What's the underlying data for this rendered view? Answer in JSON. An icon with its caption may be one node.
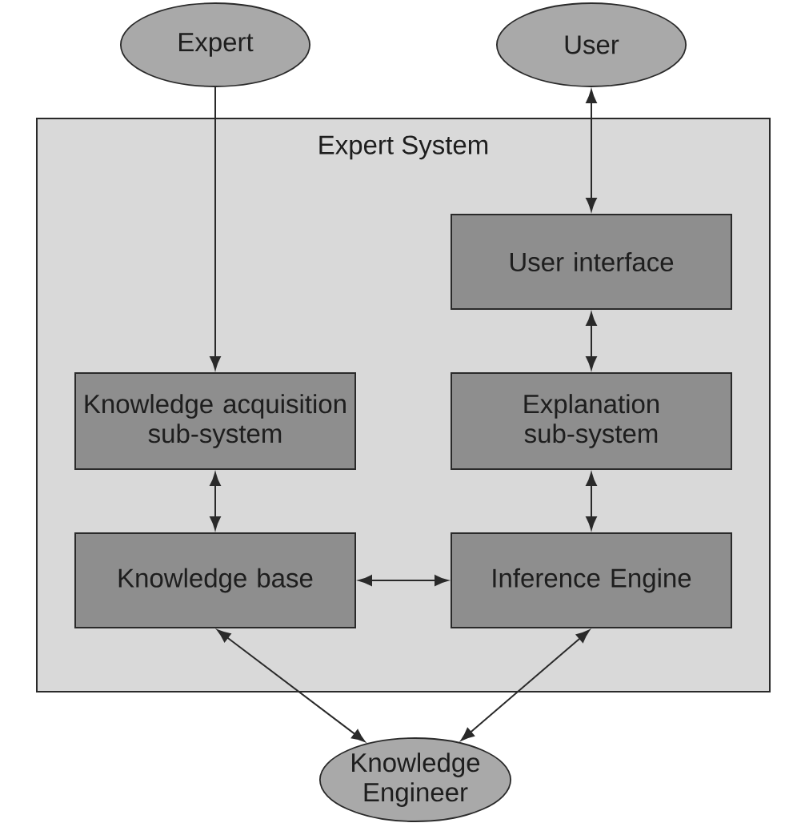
{
  "diagram": {
    "nodes": [
      {
        "text": [
          "Expert"
        ]
      },
      {
        "text": [
          "User"
        ]
      },
      {
        "text": [
          "Expert System"
        ]
      },
      {
        "text": [
          "User interface"
        ],
        "in": 2
      },
      {
        "text": [
          "Knowledge acquisition sub-system"
        ],
        "in": 2
      },
      {
        "text": [
          "Explanation sub-system"
        ],
        "in": 2
      },
      {
        "text": [
          "Knowledge base"
        ],
        "in": 2
      },
      {
        "text": [
          "Inference Engine"
        ],
        "in": 2
      },
      {
        "text": [
          "Knowledge Engineer"
        ]
      }
    ],
    "edges": [
      {
        "from": 0,
        "to": 4,
        "arrow": "to"
      },
      {
        "from": 1,
        "to": 3,
        "arrow": "both"
      },
      {
        "from": 3,
        "to": 5,
        "arrow": "both"
      },
      {
        "from": 4,
        "to": 6,
        "arrow": "both"
      },
      {
        "from": 5,
        "to": 7,
        "arrow": "both"
      },
      {
        "from": 6,
        "to": 7,
        "arrow": "both"
      },
      {
        "from": 6,
        "to": 8,
        "arrow": "both"
      },
      {
        "from": 7,
        "to": 8,
        "arrow": "both"
      }
    ]
  }
}
